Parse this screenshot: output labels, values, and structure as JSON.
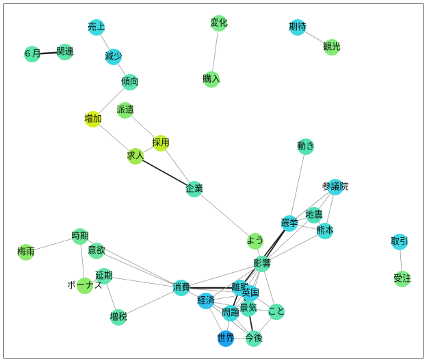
{
  "graph": {
    "nodes": [
      {
        "id": "uriage",
        "label": "売上",
        "color": "#3bd9df"
      },
      {
        "id": "kanren",
        "label": "関連",
        "color": "#5ee3a8"
      },
      {
        "id": "6gatsu",
        "label": "６月",
        "color": "#5ae6a6"
      },
      {
        "id": "genshou",
        "label": "減少",
        "color": "#3ad7e3"
      },
      {
        "id": "keikou",
        "label": "傾向",
        "color": "#5ce4b0"
      },
      {
        "id": "zouka",
        "label": "増加",
        "color": "#d6ee1a"
      },
      {
        "id": "haken",
        "label": "派遣",
        "color": "#86ea70"
      },
      {
        "id": "saiyou",
        "label": "採用",
        "color": "#c4ec2c"
      },
      {
        "id": "kyuujin",
        "label": "求人",
        "color": "#9fe84e"
      },
      {
        "id": "kigyou",
        "label": "企業",
        "color": "#58e3b2"
      },
      {
        "id": "henka",
        "label": "変化",
        "color": "#7ae98a"
      },
      {
        "id": "kounyuu",
        "label": "購入",
        "color": "#7fe97f"
      },
      {
        "id": "kitai",
        "label": "期待",
        "color": "#3fd7e4"
      },
      {
        "id": "kankou",
        "label": "観光",
        "color": "#82ea78"
      },
      {
        "id": "ugoki",
        "label": "動き",
        "color": "#52e1b5"
      },
      {
        "id": "sangiin",
        "label": "参議院",
        "color": "#3fd7e4"
      },
      {
        "id": "jishin",
        "label": "地震",
        "color": "#4ee0bc"
      },
      {
        "id": "senkyo",
        "label": "選挙",
        "color": "#3ed7e3"
      },
      {
        "id": "kumamoto",
        "label": "熊本",
        "color": "#44dad6"
      },
      {
        "id": "you",
        "label": "よう",
        "color": "#88ea73"
      },
      {
        "id": "eikyou",
        "label": "影響",
        "color": "#5de4b0"
      },
      {
        "id": "torihiki",
        "label": "取引",
        "color": "#3ed7e4"
      },
      {
        "id": "juchuu",
        "label": "受注",
        "color": "#7de986"
      },
      {
        "id": "jiki",
        "label": "時期",
        "color": "#6ce69a"
      },
      {
        "id": "iyoku",
        "label": "意欲",
        "color": "#6ae69f"
      },
      {
        "id": "tsuyu",
        "label": "梅雨",
        "color": "#8eeb6a"
      },
      {
        "id": "enki",
        "label": "延期",
        "color": "#62e5a8"
      },
      {
        "id": "bonus",
        "label": "ボーナス",
        "color": "#8eeb6a"
      },
      {
        "id": "zouzei",
        "label": "増税",
        "color": "#5fe4ab"
      },
      {
        "id": "shouhi",
        "label": "消費",
        "color": "#44dbd3"
      },
      {
        "id": "ridatsu",
        "label": "離脱",
        "color": "#3ad6e2"
      },
      {
        "id": "eikoku",
        "label": "英国",
        "color": "#38d2ea"
      },
      {
        "id": "keizai",
        "label": "経済",
        "color": "#2ec4f0"
      },
      {
        "id": "keiki",
        "label": "景気",
        "color": "#4ddfbe"
      },
      {
        "id": "koto",
        "label": "こと",
        "color": "#5ee3ae"
      },
      {
        "id": "mondai",
        "label": "問題",
        "color": "#3cd9dd"
      },
      {
        "id": "sekai",
        "label": "世界",
        "color": "#1ea3f0"
      },
      {
        "id": "kongo",
        "label": "今後",
        "color": "#5ee4b0"
      }
    ],
    "edges": [
      {
        "source": "uriage",
        "target": "genshou",
        "weight": 1
      },
      {
        "source": "genshou",
        "target": "keikou",
        "weight": 1
      },
      {
        "source": "keikou",
        "target": "zouka",
        "weight": 1
      },
      {
        "source": "6gatsu",
        "target": "kanren",
        "weight": 3
      },
      {
        "source": "haken",
        "target": "saiyou",
        "weight": 1
      },
      {
        "source": "zouka",
        "target": "kyuujin",
        "weight": 1
      },
      {
        "source": "saiyou",
        "target": "kyuujin",
        "weight": 1
      },
      {
        "source": "kyuujin",
        "target": "kigyou",
        "weight": 2
      },
      {
        "source": "saiyou",
        "target": "kigyou",
        "weight": 1
      },
      {
        "source": "kigyou",
        "target": "you",
        "weight": 1
      },
      {
        "source": "henka",
        "target": "kounyuu",
        "weight": 1
      },
      {
        "source": "kitai",
        "target": "kankou",
        "weight": 1
      },
      {
        "source": "ugoki",
        "target": "senkyo",
        "weight": 1
      },
      {
        "source": "sangiin",
        "target": "senkyo",
        "weight": 1
      },
      {
        "source": "sangiin",
        "target": "jishin",
        "weight": 1
      },
      {
        "source": "sangiin",
        "target": "kumamoto",
        "weight": 1
      },
      {
        "source": "jishin",
        "target": "kumamoto",
        "weight": 1
      },
      {
        "source": "senkyo",
        "target": "jishin",
        "weight": 1
      },
      {
        "source": "senkyo",
        "target": "kumamoto",
        "weight": 1
      },
      {
        "source": "senkyo",
        "target": "eikyou",
        "weight": 2
      },
      {
        "source": "kumamoto",
        "target": "eikyou",
        "weight": 1
      },
      {
        "source": "jishin",
        "target": "eikyou",
        "weight": 1
      },
      {
        "source": "senkyo",
        "target": "ridatsu",
        "weight": 2
      },
      {
        "source": "torihiki",
        "target": "juchuu",
        "weight": 1
      },
      {
        "source": "jiki",
        "target": "tsuyu",
        "weight": 1
      },
      {
        "source": "jiki",
        "target": "bonus",
        "weight": 1
      },
      {
        "source": "jiki",
        "target": "shouhi",
        "weight": 1
      },
      {
        "source": "iyoku",
        "target": "shouhi",
        "weight": 1
      },
      {
        "source": "bonus",
        "target": "enki",
        "weight": 1
      },
      {
        "source": "enki",
        "target": "zouzei",
        "weight": 1
      },
      {
        "source": "enki",
        "target": "shouhi",
        "weight": 1
      },
      {
        "source": "zouzei",
        "target": "shouhi",
        "weight": 1
      },
      {
        "source": "shouhi",
        "target": "ridatsu",
        "weight": 3
      },
      {
        "source": "shouhi",
        "target": "eikoku",
        "weight": 1
      },
      {
        "source": "shouhi",
        "target": "eikyou",
        "weight": 1
      },
      {
        "source": "shouhi",
        "target": "keizai",
        "weight": 1
      },
      {
        "source": "you",
        "target": "eikyou",
        "weight": 1
      },
      {
        "source": "ridatsu",
        "target": "eikoku",
        "weight": 3
      },
      {
        "source": "eikyou",
        "target": "ridatsu",
        "weight": 1
      },
      {
        "source": "eikyou",
        "target": "eikoku",
        "weight": 1
      },
      {
        "source": "eikyou",
        "target": "koto",
        "weight": 1
      },
      {
        "source": "eikyou",
        "target": "keiki",
        "weight": 1
      },
      {
        "source": "eikyou",
        "target": "keizai",
        "weight": 1
      },
      {
        "source": "eikyou",
        "target": "mondai",
        "weight": 1
      },
      {
        "source": "keizai",
        "target": "eikoku",
        "weight": 1
      },
      {
        "source": "keizai",
        "target": "mondai",
        "weight": 1
      },
      {
        "source": "keizai",
        "target": "keiki",
        "weight": 1
      },
      {
        "source": "keizai",
        "target": "sekai",
        "weight": 1
      },
      {
        "source": "keizai",
        "target": "kongo",
        "weight": 1
      },
      {
        "source": "eikoku",
        "target": "koto",
        "weight": 1
      },
      {
        "source": "eikoku",
        "target": "keiki",
        "weight": 2
      },
      {
        "source": "eikoku",
        "target": "mondai",
        "weight": 1
      },
      {
        "source": "ridatsu",
        "target": "keiki",
        "weight": 2
      },
      {
        "source": "ridatsu",
        "target": "mondai",
        "weight": 2
      },
      {
        "source": "keiki",
        "target": "koto",
        "weight": 1
      },
      {
        "source": "keiki",
        "target": "kongo",
        "weight": 2
      },
      {
        "source": "keiki",
        "target": "mondai",
        "weight": 1
      },
      {
        "source": "mondai",
        "target": "sekai",
        "weight": 1
      },
      {
        "source": "mondai",
        "target": "kongo",
        "weight": 1
      },
      {
        "source": "sekai",
        "target": "kongo",
        "weight": 1
      },
      {
        "source": "koto",
        "target": "kongo",
        "weight": 1
      }
    ]
  }
}
